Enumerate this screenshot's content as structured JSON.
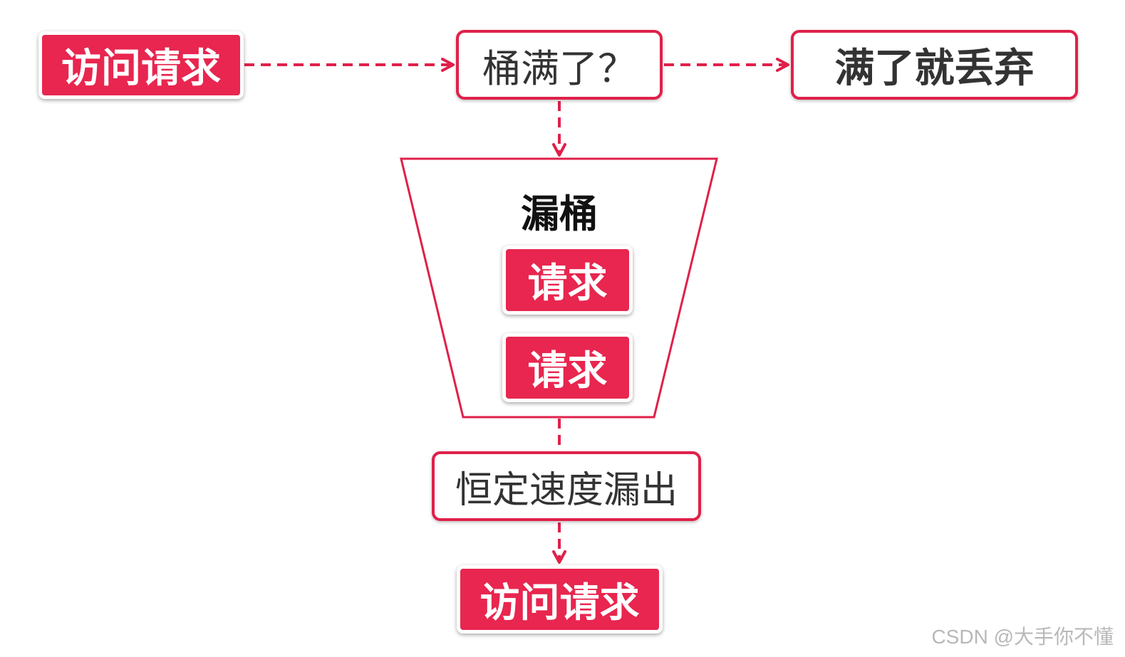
{
  "nodes": {
    "request_in": "访问请求",
    "full_check": "桶满了？",
    "discard": "满了就丢弃",
    "bucket_title": "漏桶",
    "bucket_request_1": "请求",
    "bucket_request_2": "请求",
    "leak_rate": "恒定速度漏出",
    "request_out": "访问请求"
  },
  "watermark": "CSDN @大手你不懂",
  "colors": {
    "accent": "#e8264f",
    "text_dark": "#333333",
    "white": "#ffffff"
  }
}
